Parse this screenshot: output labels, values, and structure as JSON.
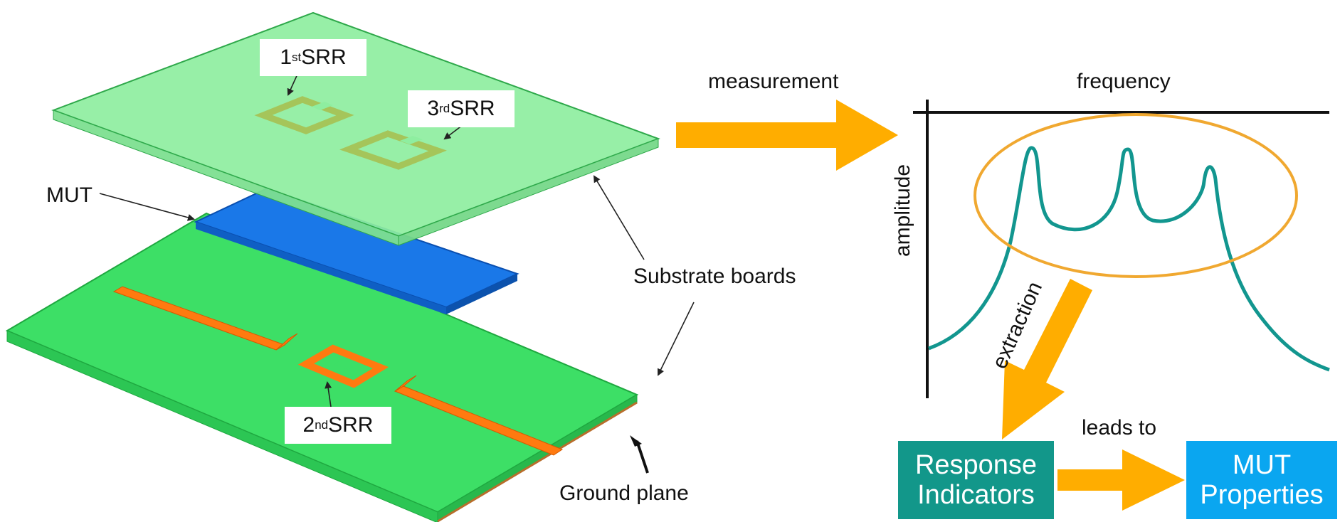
{
  "labels": {
    "srr1": {
      "num": "1",
      "sup": "st",
      "text": " SRR"
    },
    "srr3": {
      "num": "3",
      "sup": "rd",
      "text": " SRR"
    },
    "srr2": {
      "num": "2",
      "sup": "nd",
      "text": " SRR"
    },
    "mut": "MUT",
    "substrate": "Substrate boards",
    "ground": "Ground plane",
    "measurement": "measurement",
    "frequency": "frequency",
    "amplitude": "amplitude",
    "extraction": "extraction",
    "leads_to": "leads to"
  },
  "boxes": {
    "response": {
      "line1": "Response",
      "line2": "Indicators"
    },
    "mut_props": {
      "line1": "MUT",
      "line2": "Properties"
    }
  },
  "colors": {
    "board_top": "#8eeea0",
    "board_bottom": "#3ddf66",
    "mut": "#1a78e8",
    "trace": "#ff7a10",
    "srr_top": "#a5c55a",
    "arrow": "#ffad00",
    "curve": "#12968f",
    "ellipse": "#f0a830",
    "response_box": "#12978a",
    "mut_box": "#0aa6f0"
  }
}
